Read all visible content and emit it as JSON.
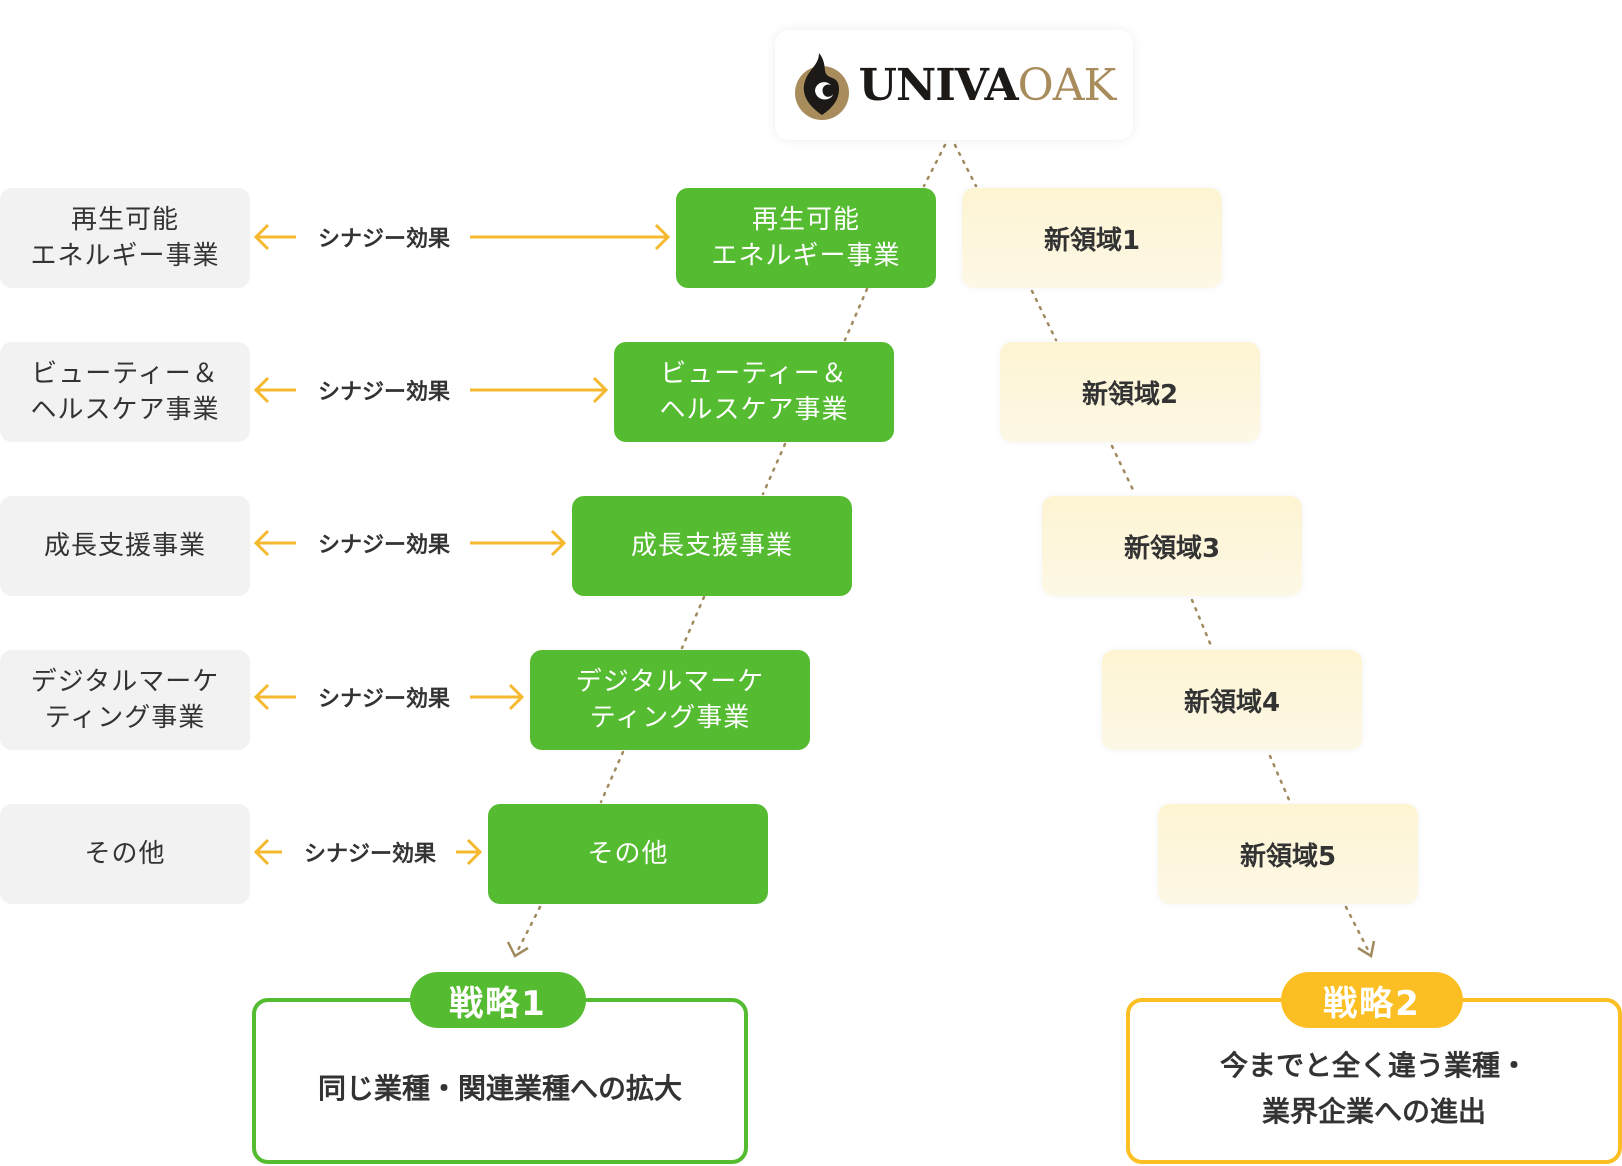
{
  "logo": {
    "text_dark": "UNIVA",
    "text_light": "OAK"
  },
  "colors": {
    "green": "#55bb31",
    "yellow": "#fbbf24",
    "grey": "#f2f2f2",
    "cream": "#fdf4d2",
    "arrow": "#f5b82e",
    "dotted": "#a08a5e"
  },
  "rows": [
    {
      "left_l1": "再生可能",
      "left_l2": "エネルギー事業",
      "synergy": "シナジー効果",
      "center_l1": "再生可能",
      "center_l2": "エネルギー事業",
      "new": "新領域1"
    },
    {
      "left_l1": "ビューティー＆",
      "left_l2": "ヘルスケア事業",
      "synergy": "シナジー効果",
      "center_l1": "ビューティー＆",
      "center_l2": "ヘルスケア事業",
      "new": "新領域2"
    },
    {
      "left_l1": "成長支援事業",
      "left_l2": "",
      "synergy": "シナジー効果",
      "center_l1": "成長支援事業",
      "center_l2": "",
      "new": "新領域3"
    },
    {
      "left_l1": "デジタルマーケ",
      "left_l2": "ティング事業",
      "synergy": "シナジー効果",
      "center_l1": "デジタルマーケ",
      "center_l2": "ティング事業",
      "new": "新領域4"
    },
    {
      "left_l1": "その他",
      "left_l2": "",
      "synergy": "シナジー効果",
      "center_l1": "その他",
      "center_l2": "",
      "new": "新領域5"
    }
  ],
  "strategy1": {
    "label": "戦略1",
    "text": "同じ業種・関連業種への拡大"
  },
  "strategy2": {
    "label": "戦略2",
    "text_l1": "今までと全く違う業種・",
    "text_l2": "業界企業への進出"
  }
}
